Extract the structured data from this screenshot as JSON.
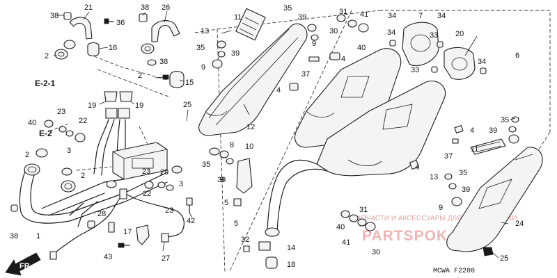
{
  "diagram": {
    "code": "MCWA  F2200",
    "watermark_top": "ЗАПЧАСТИ И АКСЕССУАРЫ ДЛЯ МОТОТЕХНИКИ",
    "watermark_brand": "PARTSPOK.RU",
    "direction_label": "FR.",
    "ref_labels": [
      "E-2-1",
      "E-2"
    ],
    "callouts": [
      "38",
      "21",
      "36",
      "2",
      "16",
      "38",
      "26",
      "2",
      "38",
      "15",
      "19",
      "19",
      "25",
      "40",
      "23",
      "3",
      "22",
      "2",
      "2",
      "29",
      "22",
      "23",
      "3",
      "23",
      "42",
      "28",
      "17",
      "1",
      "38",
      "43",
      "27",
      "11",
      "35",
      "39",
      "31",
      "41",
      "13",
      "35",
      "39",
      "9",
      "30",
      "9",
      "40",
      "4",
      "37",
      "4",
      "12",
      "34",
      "7",
      "34",
      "33",
      "20",
      "34",
      "33",
      "34",
      "6",
      "35",
      "9",
      "8",
      "10",
      "39",
      "5",
      "5",
      "32",
      "14",
      "18",
      "11",
      "4",
      "39",
      "35",
      "37",
      "4",
      "13",
      "35",
      "39",
      "9",
      "31",
      "40",
      "41",
      "30",
      "25",
      "24"
    ]
  }
}
